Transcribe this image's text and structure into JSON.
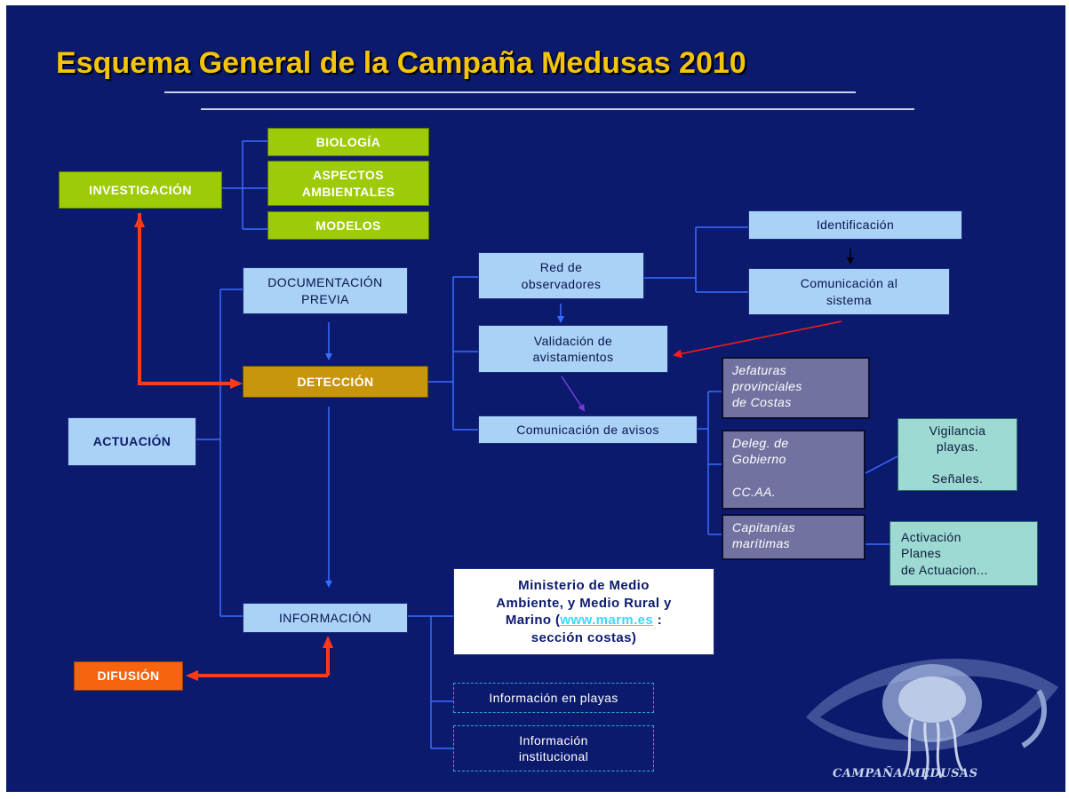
{
  "title": "Esquema General de la Campaña Medusas 2010",
  "nodes": {
    "investigacion": "INVESTIGACIÓN",
    "biologia": "BIOLOGÍA",
    "aspectos": "ASPECTOS\nAMBIENTALES",
    "modelos": "MODELOS",
    "documentacion": "DOCUMENTACIÓN\nPREVIA",
    "deteccion": "DETECCIÓN",
    "actuacion": "ACTUACIÓN",
    "informacion": "INFORMACIÓN",
    "difusion": "DIFUSIÓN",
    "red": "Red de\nobservadores",
    "validacion": "Validación de\navistamientos",
    "comunicacion_avisos": "Comunicación de avisos",
    "identificacion": "Identificación",
    "comunicacion_sistema": "Comunicación al\nsistema",
    "jefaturas": "Jefaturas\nprovinciales\nde Costas",
    "delegacion": "Deleg. de\nGobierno\n\nCC.AA.",
    "capitanias": "Capitanías\nmarítimas",
    "vigilancia": "Vigilancia\nplayas.\n\nSeñales.",
    "activacion": "Activación\nPlanes\nde Actuacion...",
    "ministerio_pre": "Ministerio de Medio\nAmbiente, y Medio Rural y\nMarino (",
    "ministerio_link": "www.marm.es",
    "ministerio_post": " :\nsección costas)",
    "info_playas": "Información en playas",
    "info_institucional": "Información\ninstitucional"
  },
  "logo": {
    "caption": "CAMPAÑA MEDUSAS"
  },
  "colors": {
    "background": "#0c1a6e",
    "title": "#f3c40c",
    "green": "#9ecb08",
    "gold": "#c8960c",
    "orange": "#f7640f",
    "light_blue": "#a9d2f6",
    "connector": "#3a6cff",
    "red_arrow": "#ff3a1a"
  }
}
